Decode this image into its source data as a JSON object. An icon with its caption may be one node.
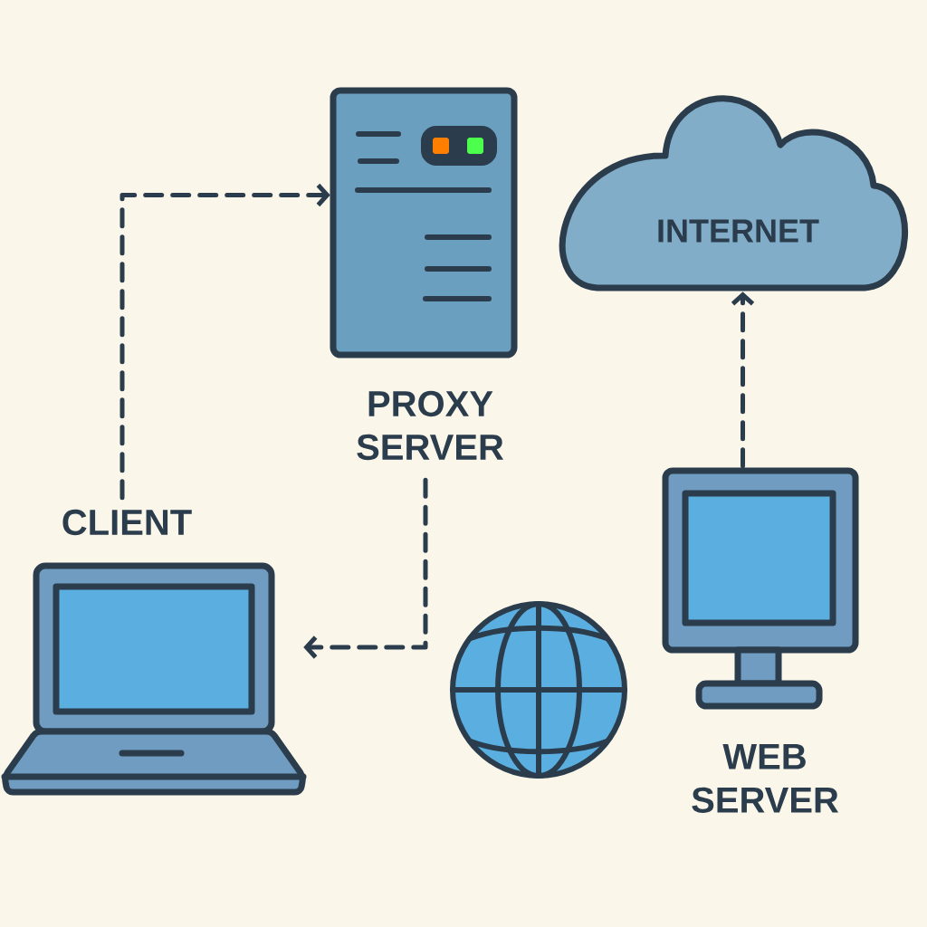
{
  "diagram": {
    "nodes": [
      {
        "text": [
          "PROXY SERVER"
        ]
      },
      {
        "text": [
          "INTERNET"
        ]
      },
      {
        "text": [
          "CLIENT"
        ]
      },
      {
        "text": [
          "WEB SERVER"
        ]
      }
    ],
    "edges": [
      {
        "from": 2,
        "to": 0,
        "arrow": "to",
        "style": "dashed"
      },
      {
        "from": 0,
        "to": 2,
        "arrow": "to",
        "style": "dashed"
      },
      {
        "from": 3,
        "to": 1,
        "arrow": "to",
        "style": "dashed"
      }
    ]
  }
}
